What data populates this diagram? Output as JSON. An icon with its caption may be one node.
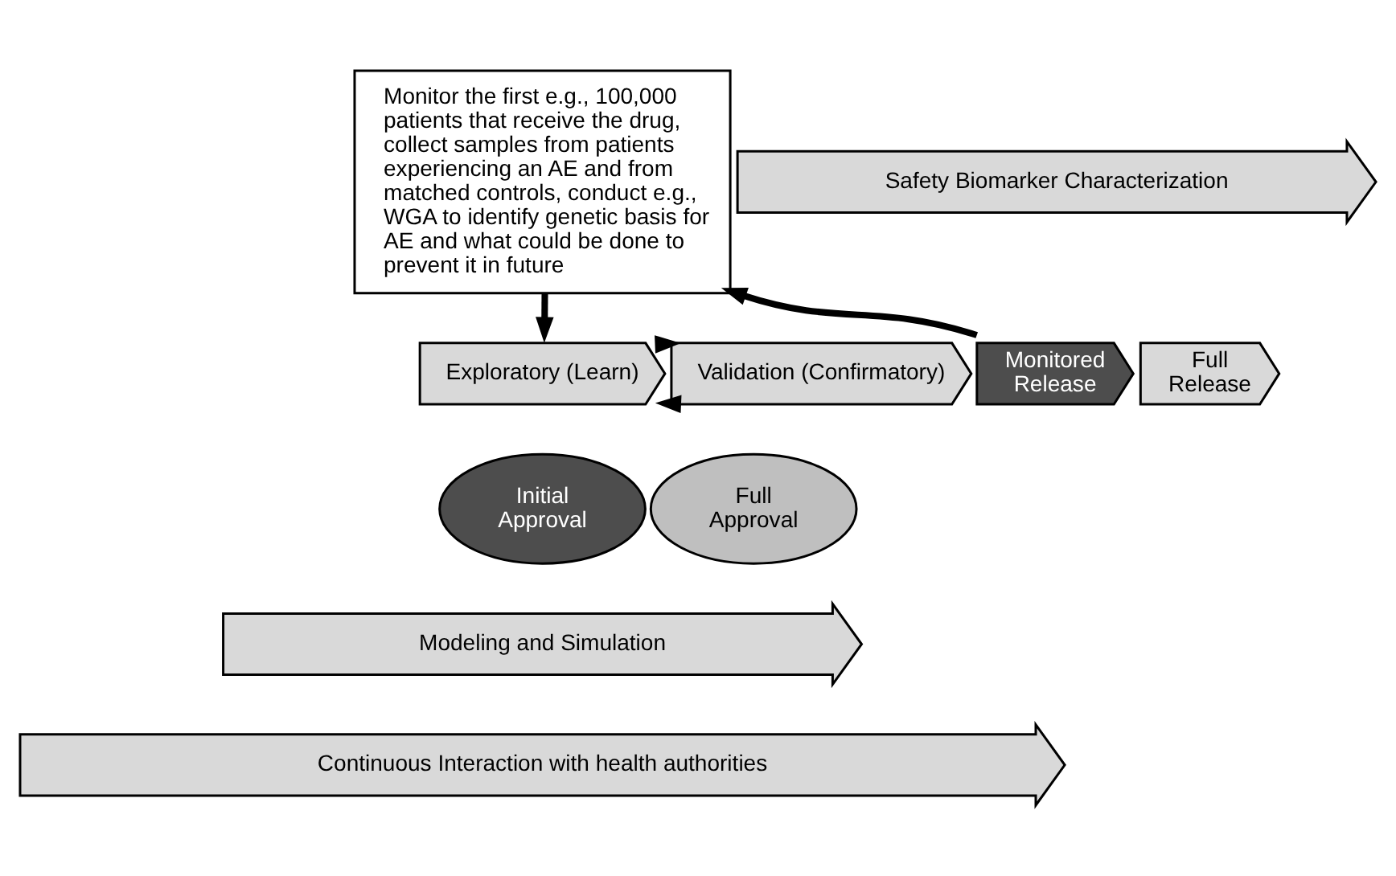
{
  "diagram": {
    "nodes": [
      {
        "text": [
          "Monitor the first e.g., 100,000 patients that receive the drug, collect samples from patients experiencing an AE and from matched controls, conduct e.g., WGA to identify genetic basis for AE and what could be done to prevent it in future"
        ]
      },
      {
        "text": [
          "Safety Biomarker Characterization"
        ]
      },
      {
        "text": [
          "Exploratory (Learn)"
        ]
      },
      {
        "text": [
          "Validation (Confirmatory)"
        ]
      },
      {
        "text": [
          "Monitored Release"
        ]
      },
      {
        "text": [
          "Full Release"
        ]
      },
      {
        "text": [
          "Initial Approval"
        ]
      },
      {
        "text": [
          "Full Approval"
        ]
      },
      {
        "text": [
          "Modeling and Simulation"
        ]
      },
      {
        "text": [
          "Continuous Interaction with health authorities"
        ]
      }
    ],
    "edges": [
      {
        "from": 0,
        "to": 2,
        "arrow": "to"
      },
      {
        "from": 3,
        "to": 2,
        "arrow": "to"
      },
      {
        "from": 2,
        "to": 3,
        "arrow": "to"
      },
      {
        "from": 4,
        "to": 0,
        "arrow": "to"
      }
    ]
  }
}
